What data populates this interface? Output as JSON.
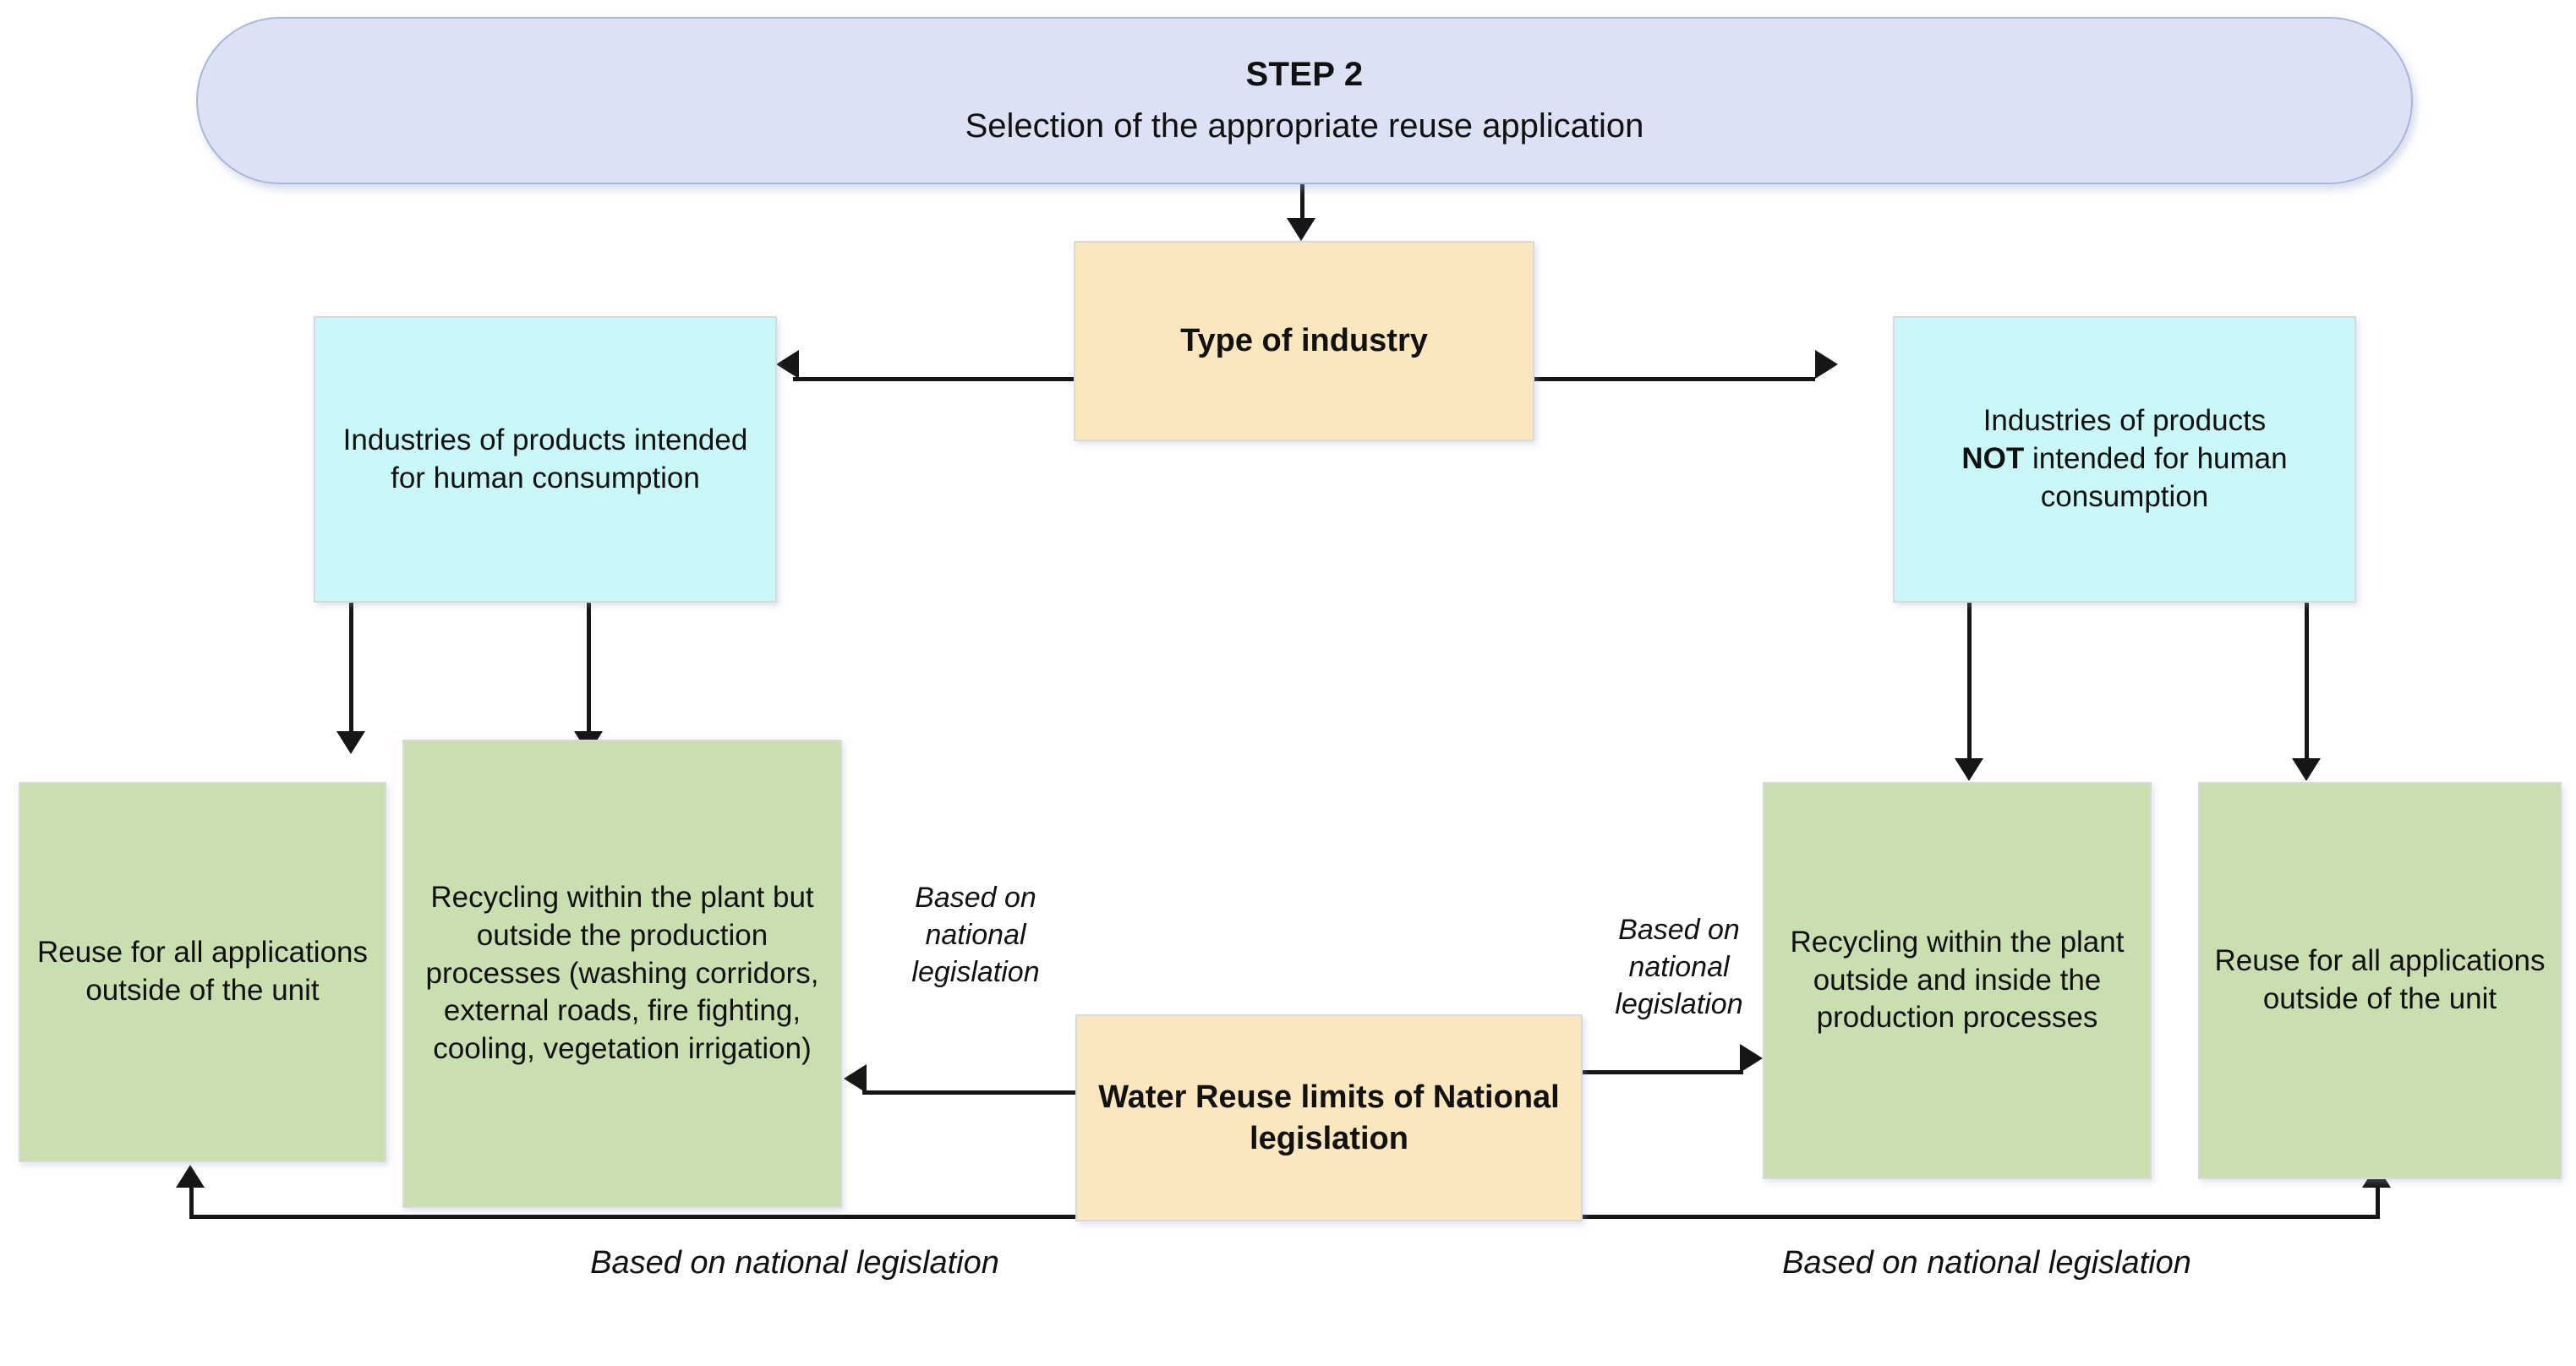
{
  "diagram": {
    "header": {
      "step_label": "STEP 2",
      "subtitle": "Selection of the appropriate reuse application"
    },
    "nodes": {
      "type_of_industry": "Type of industry",
      "industries_human": "Industries of products intended for human consumption",
      "industries_not_human_line1": "Industries of products",
      "industries_not_human_bold": "NOT",
      "industries_not_human_line2": " intended for human consumption",
      "reuse_outside_left": "Reuse for all applications outside of the unit",
      "recycling_left": "Recycling within the plant but outside the production processes (washing corridors, external roads, fire fighting, cooling, vegetation irrigation)",
      "water_reuse_limits": "Water Reuse limits of National legislation",
      "recycling_right": "Recycling within the plant outside and inside the production processes",
      "reuse_outside_right": "Reuse for all applications outside of the unit"
    },
    "edge_labels": {
      "mid_left": "Based on national legislation",
      "mid_right": "Based on national legislation",
      "bottom_left": "Based on national legislation",
      "bottom_right": "Based on national legislation"
    },
    "colors": {
      "header_fill": "#dde1f4",
      "header_stroke": "#a8b6dd",
      "yellow_fill": "#fbe7bd",
      "cyan_fill": "#caf7f7",
      "green_fill": "#c9dfb0",
      "box_stroke": "#d9d9d9",
      "connector": "#161616",
      "text": "#111111",
      "background": "#ffffff"
    }
  }
}
